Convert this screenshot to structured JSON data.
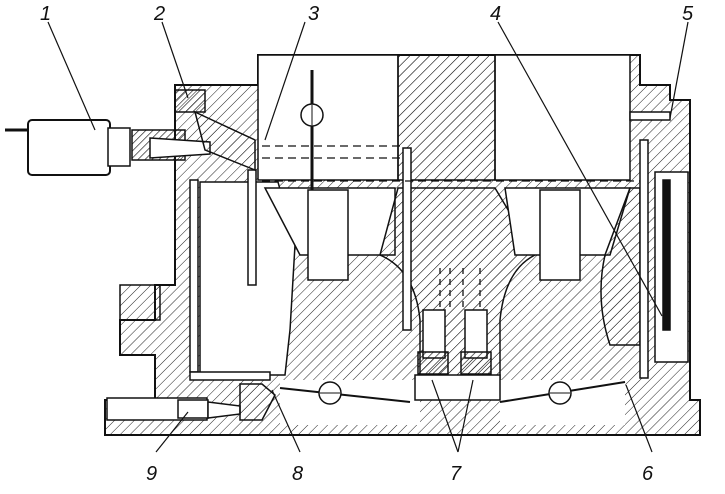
{
  "callouts": [
    {
      "id": "1",
      "text": "1"
    },
    {
      "id": "2",
      "text": "2"
    },
    {
      "id": "3",
      "text": "3"
    },
    {
      "id": "4",
      "text": "4"
    },
    {
      "id": "5",
      "text": "5"
    },
    {
      "id": "6",
      "text": "6"
    },
    {
      "id": "7",
      "text": "7"
    },
    {
      "id": "8",
      "text": "8"
    },
    {
      "id": "9",
      "text": "9"
    }
  ],
  "colors": {
    "ink": "#111111",
    "paper": "#ffffff"
  }
}
